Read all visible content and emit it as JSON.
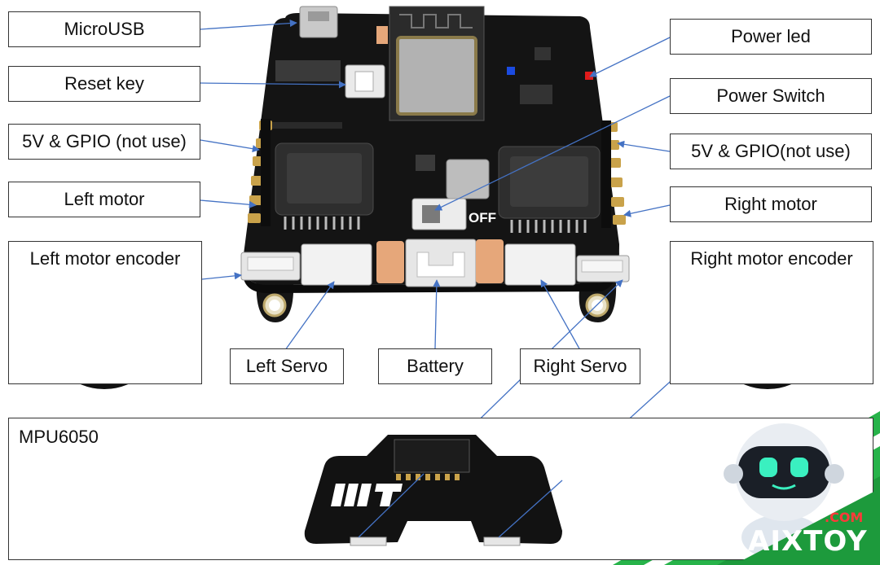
{
  "labels": {
    "microusb": "MicroUSB",
    "reset_key": "Reset key",
    "gpio_left": "5V & GPIO (not use)",
    "left_motor": "Left motor",
    "left_encoder": "Left motor encoder",
    "power_led": "Power led",
    "power_switch": "Power Switch",
    "gpio_right": "5V & GPIO(not use)",
    "right_motor": "Right motor",
    "right_encoder": "Right motor encoder",
    "left_servo": "Left Servo",
    "battery": "Battery",
    "right_servo": "Right Servo",
    "mpu": "MPU6050"
  },
  "board_text": {
    "off": "OFF"
  },
  "brand": {
    "com": ".COM",
    "name": "AIXTOY"
  },
  "colors": {
    "line": "#4472c4",
    "board": "#141414",
    "brand_green": "#27b34a",
    "brand_red": "#ff3a3a"
  },
  "icons": {
    "robot": "robot-mascot-icon",
    "logo": "wlkata-logo-icon"
  }
}
